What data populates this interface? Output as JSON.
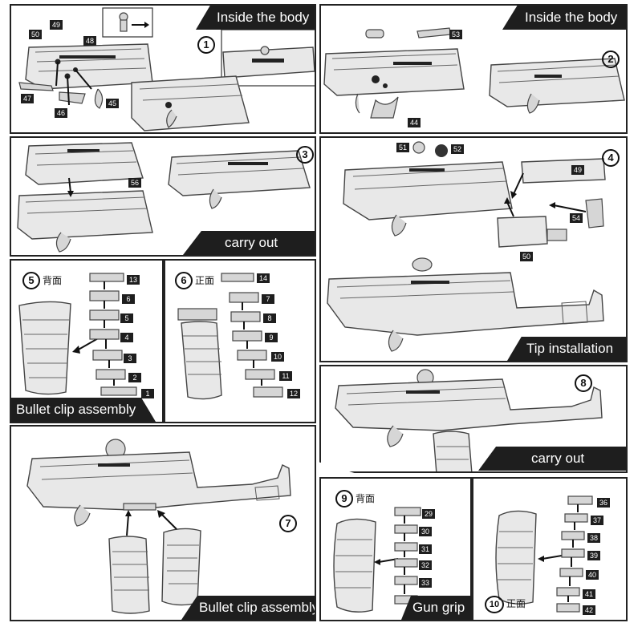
{
  "steps": {
    "s1": {
      "num": "1",
      "banner": "Inside the body",
      "tags": [
        "49",
        "50",
        "47",
        "46",
        "45",
        "48"
      ]
    },
    "s2": {
      "num": "2",
      "banner": "Inside the body",
      "tags": [
        "53",
        "44"
      ]
    },
    "s3": {
      "num": "3",
      "banner": "carry out",
      "tags": [
        "56"
      ]
    },
    "s4": {
      "num": "4",
      "banner": "Tip installation",
      "tags": [
        "51",
        "52",
        "49",
        "54",
        "50"
      ]
    },
    "s5": {
      "num": "5",
      "sub": "背面",
      "banner": "Bullet clip assembly",
      "tags": [
        "13",
        "6",
        "5",
        "4",
        "3",
        "2",
        "1"
      ]
    },
    "s6": {
      "num": "6",
      "sub": "正面",
      "tags": [
        "14",
        "7",
        "8",
        "9",
        "10",
        "11",
        "12"
      ]
    },
    "s7": {
      "num": "7",
      "banner": "Bullet clip assembly"
    },
    "s8": {
      "num": "8",
      "banner": "carry out"
    },
    "s9": {
      "num": "9",
      "sub": "背面",
      "banner": "Gun grip",
      "tags": [
        "29",
        "30",
        "31",
        "32",
        "33"
      ]
    },
    "s10": {
      "num": "10",
      "sub": "正面",
      "tags": [
        "36",
        "37",
        "38",
        "39",
        "40",
        "41",
        "42"
      ]
    }
  },
  "colors": {
    "banner_bg": "#1e1e1e",
    "banner_text": "#ffffff",
    "line": "#222222",
    "part_fill": "#e8e8e8"
  }
}
